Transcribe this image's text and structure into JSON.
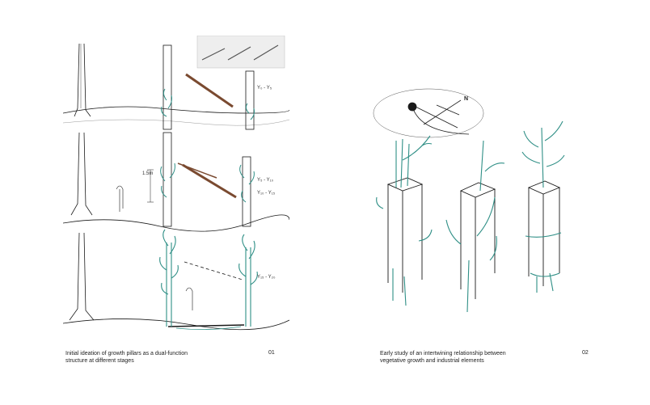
{
  "spread": {
    "left": {
      "caption_line1": "Initial ideation of growth pillars as a dual-function",
      "caption_line2": "structure at different stages",
      "page_number": "01",
      "sketch_labels": {
        "stage1": "Y₀ - Y₅",
        "stage2_a": "Y₅ - Y₁₀",
        "stage2_b": "Y₁₀ - Y₁₅",
        "stage3": "Y₁₅ - Y₂₀",
        "height_mark": "1.5m"
      }
    },
    "right": {
      "caption_line1": "Early study of an intertwining relationship between",
      "caption_line2": "vegetative growth and industrial elements",
      "page_number": "02",
      "compass_label": "N"
    }
  },
  "colors": {
    "ink": "#1a1a1a",
    "teal": "#2f8f86",
    "rust": "#7a4a30",
    "background": "#ffffff"
  }
}
